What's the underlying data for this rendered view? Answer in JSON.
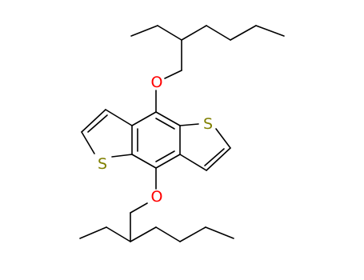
{
  "molecule": {
    "atoms": [
      {
        "id": "S1",
        "element": "S",
        "label": "S",
        "color": "#808000"
      },
      {
        "id": "S2",
        "element": "S",
        "label": "S",
        "color": "#808000"
      },
      {
        "id": "O1",
        "element": "O",
        "label": "O",
        "color": "#ff0000"
      },
      {
        "id": "O2",
        "element": "O",
        "label": "O",
        "color": "#ff0000"
      }
    ],
    "bond_color": "#000000"
  }
}
